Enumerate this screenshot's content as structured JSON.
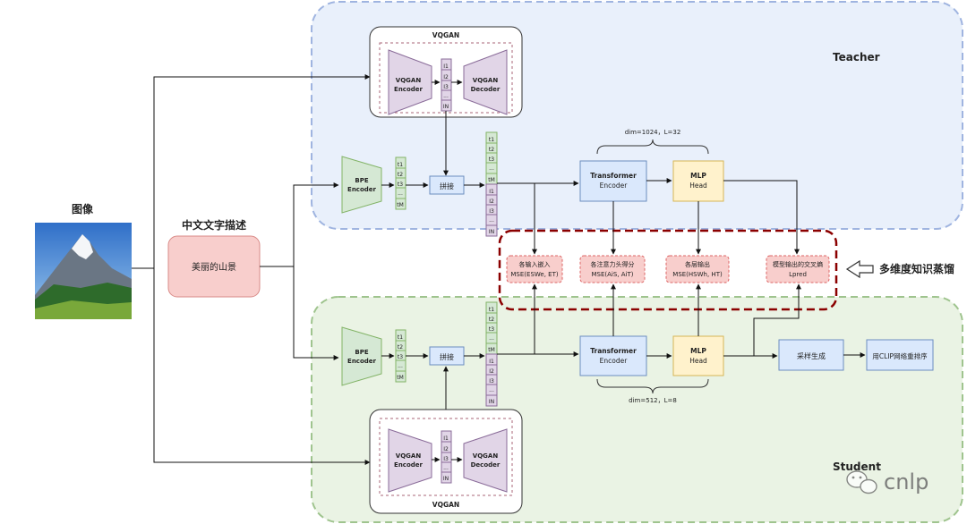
{
  "image_label": "图像",
  "caption_label": "中文文字描述",
  "caption_text": "美丽的山景",
  "teacher_label": "Teacher",
  "student_label": "Student",
  "vqgan_title": "VQGAN",
  "vqgan_encoder": [
    "VQGAN",
    "Encoder"
  ],
  "vqgan_decoder": [
    "VQGAN",
    "Decoder"
  ],
  "bpe_encoder": [
    "BPE",
    "Encoder"
  ],
  "concat_label": "拼接",
  "transformer_encoder": [
    "Transformer",
    "Encoder"
  ],
  "mlp_head": [
    "MLP",
    "Head"
  ],
  "teacher_dims": "dim=1024，L=32",
  "student_dims": "dim=512，L=8",
  "image_tokens": [
    "I1",
    "I2",
    "I3",
    "...",
    "IN"
  ],
  "text_tokens": [
    "t1",
    "t2",
    "t3",
    "...",
    "tM"
  ],
  "loss_boxes": [
    {
      "line1": "各输入嵌入",
      "line2": "MSE(ESWe, ET)"
    },
    {
      "line1": "各注意力头得分",
      "line2": "MSE(AiS, AiT)"
    },
    {
      "line1": "各层输出",
      "line2": "MSE(HSWh, HT)"
    },
    {
      "line1": "模型输出的交叉熵",
      "line2": "Lpred"
    }
  ],
  "distill_label": "多维度知识蒸馏",
  "sampling_label": "采样生成",
  "rerank_label": "用CLIP网络重排序",
  "watermark": "cnlp",
  "colors": {
    "teacher_bg": "#e9f0fb",
    "student_bg": "#eaf3e4",
    "encoder_blue": "#dae8fc",
    "mlp_yellow": "#fff2cc",
    "loss_pink": "#f8cecc",
    "bpe_green": "#d5e8d4",
    "token_purple": "#e1d5e7",
    "distill_border": "#8b0000"
  }
}
